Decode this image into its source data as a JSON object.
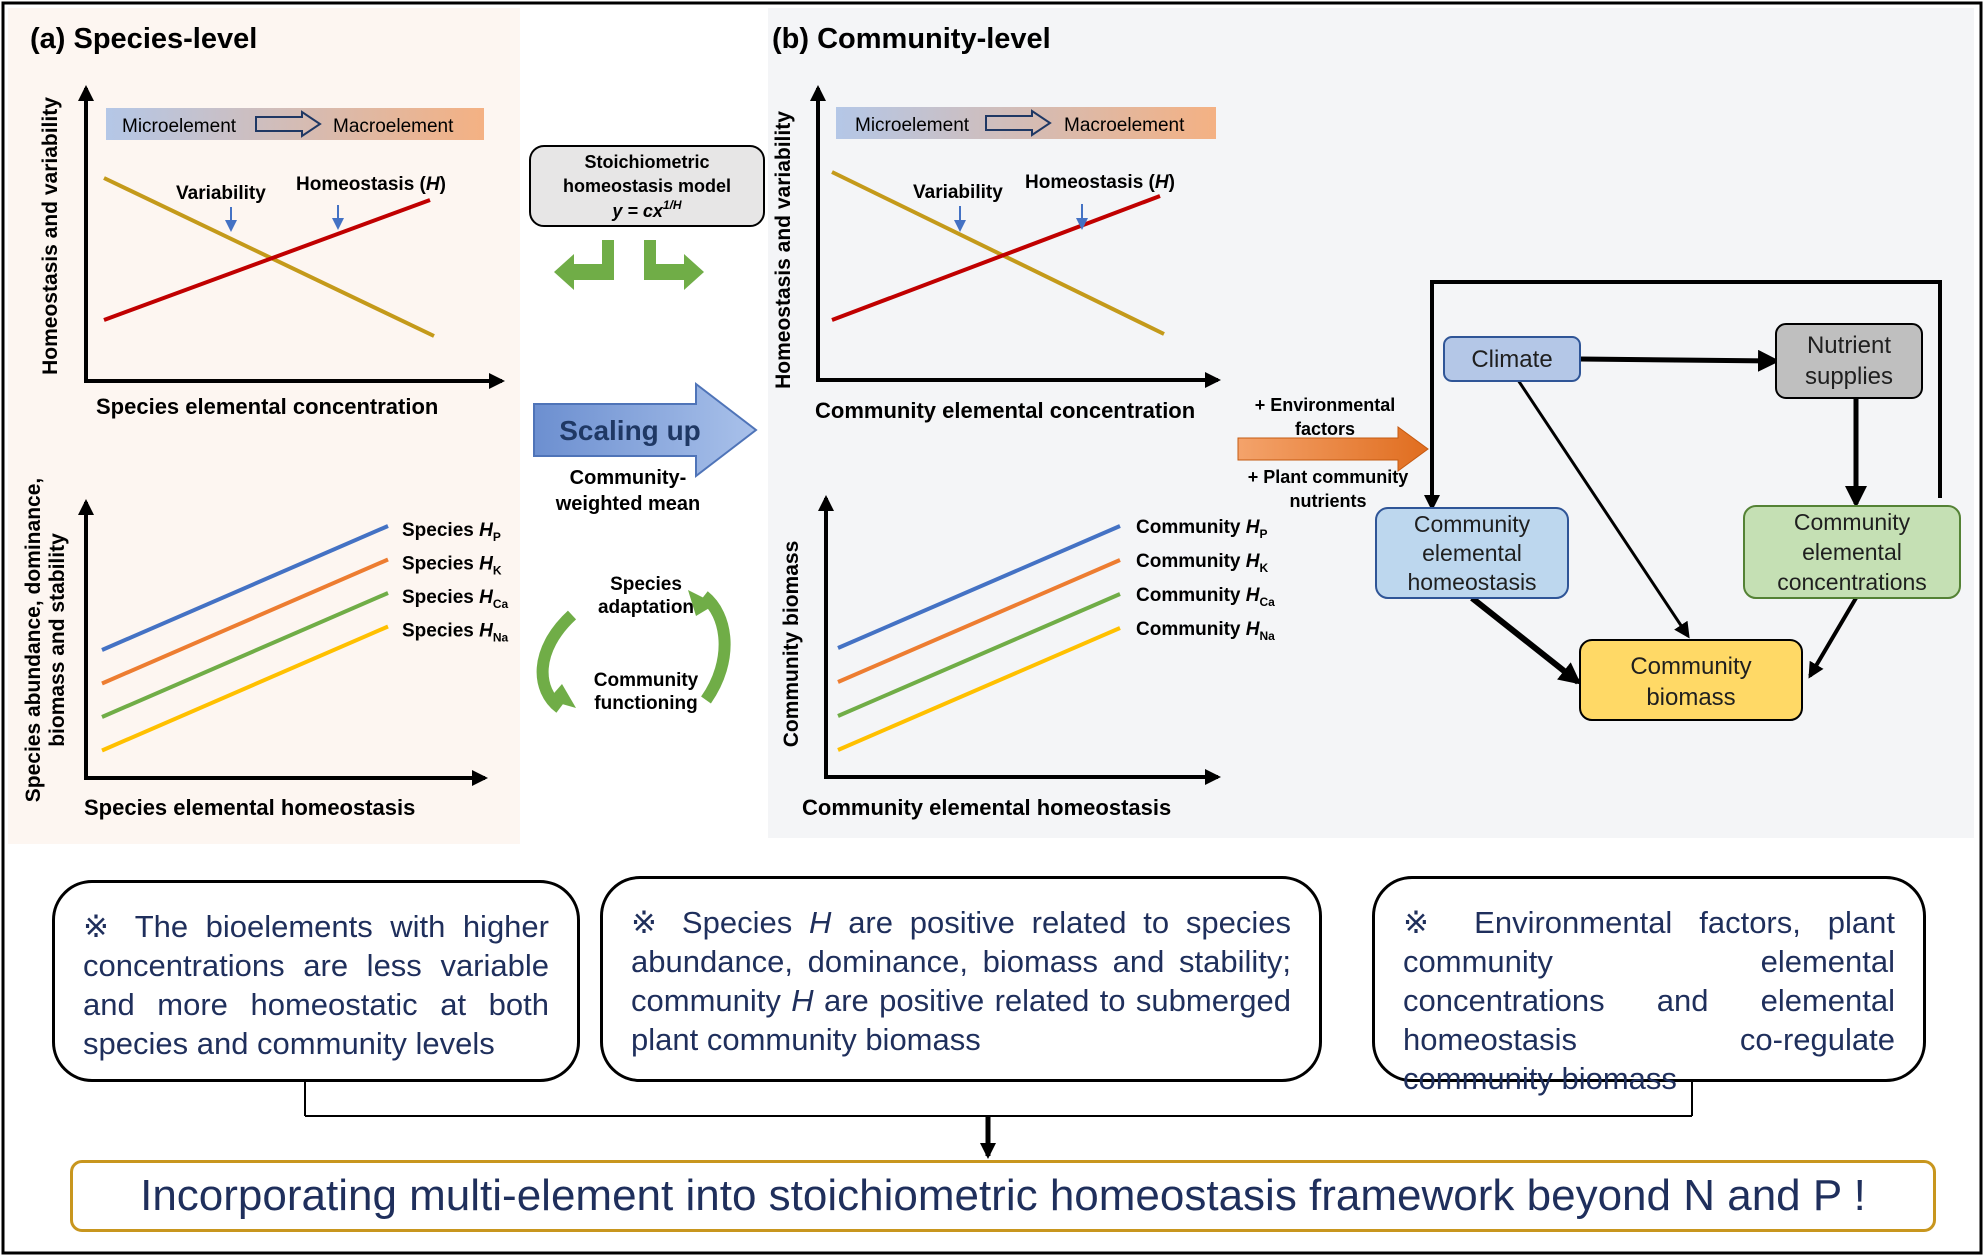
{
  "panel_a": {
    "title": "(a) Species-level",
    "top_chart": {
      "ylabel": "Homeostasis and variability",
      "xlabel": "Species elemental concentration",
      "gradient_left": "Microelement",
      "gradient_right": "Macroelement",
      "variability_label": "Variability",
      "homeostasis_label_pre": "Homeostasis (",
      "homeostasis_label_var": "H",
      "homeostasis_label_post": ")"
    },
    "bottom_chart": {
      "ylabel_line1": "Species abundance, dominance,",
      "ylabel_line2": "biomass and stability",
      "xlabel": "Species elemental homeostasis",
      "series": [
        {
          "prefix": "Species ",
          "var": "H",
          "sub": "P",
          "color": "#4472c4"
        },
        {
          "prefix": "Species ",
          "var": "H",
          "sub": "K",
          "color": "#ed7d31"
        },
        {
          "prefix": "Species ",
          "var": "H",
          "sub": "Ca",
          "color": "#70ad47"
        },
        {
          "prefix": "Species ",
          "var": "H",
          "sub": "Na",
          "color": "#ffc000"
        }
      ]
    }
  },
  "middle": {
    "model_line1": "Stoichiometric",
    "model_line2": "homeostasis model",
    "model_eq_pre": "y = cx",
    "model_eq_sup": "1/H",
    "scaling_label": "Scaling up",
    "cwm_line1": "Community-",
    "cwm_line2": "weighted mean",
    "cycle_top_line1": "Species",
    "cycle_top_line2": "adaptation",
    "cycle_bottom_line1": "Community",
    "cycle_bottom_line2": "functioning"
  },
  "panel_b": {
    "title": "(b) Community-level",
    "top_chart": {
      "ylabel": "Homeostasis and variability",
      "xlabel": "Community elemental concentration",
      "gradient_left": "Microelement",
      "gradient_right": "Macroelement",
      "variability_label": "Variability",
      "homeostasis_label_pre": "Homeostasis (",
      "homeostasis_label_var": "H",
      "homeostasis_label_post": ")"
    },
    "bottom_chart": {
      "ylabel": "Community biomass",
      "xlabel": "Community elemental homeostasis",
      "series": [
        {
          "prefix": "Community ",
          "var": "H",
          "sub": "P",
          "color": "#4472c4"
        },
        {
          "prefix": "Community ",
          "var": "H",
          "sub": "K",
          "color": "#ed7d31"
        },
        {
          "prefix": "Community ",
          "var": "H",
          "sub": "Ca",
          "color": "#70ad47"
        },
        {
          "prefix": "Community ",
          "var": "H",
          "sub": "Na",
          "color": "#ffc000"
        }
      ]
    }
  },
  "flow": {
    "env_line1": "+ Environmental",
    "env_line2": "factors",
    "nut_line1": "+ Plant community",
    "nut_line2": "nutrients",
    "climate": "Climate",
    "nutrient_line1": "Nutrient",
    "nutrient_line2": "supplies",
    "homeo_line1": "Community",
    "homeo_line2": "elemental",
    "homeo_line3": "homeostasis",
    "conc_line1": "Community",
    "conc_line2": "elemental",
    "conc_line3": "concentrations",
    "biomass_line1": "Community",
    "biomass_line2": "biomass"
  },
  "notes": {
    "note1": "※ The bioelements with higher concentrations are less variable and more homeostatic at both species and community levels",
    "note2_a": "※ Species ",
    "note2_h1": "H",
    "note2_b": " are positive related to species abundance, dominance, biomass and stability; community ",
    "note2_h2": "H",
    "note2_c": " are positive related to submerged plant community biomass",
    "note3": "※ Environmental factors, plant community elemental concentrations and elemental homeostasis co-regulate community biomass"
  },
  "conclusion": "Incorporating multi-element into stoichiometric homeostasis framework beyond N and P !",
  "colors": {
    "variability_line": "#c49a1a",
    "homeostasis_line": "#c00000",
    "pointer": "#4472c4",
    "scaling_arrow": "#8faadc",
    "green_arrow": "#70ad47",
    "env_arrow": "#ed7d31",
    "climate_box": "#b4c7e7",
    "nutrient_box": "#bfbfbf",
    "homeostasis_box": "#bdd7ee",
    "concentration_box": "#c5e0b4",
    "biomass_box": "#ffd966"
  }
}
